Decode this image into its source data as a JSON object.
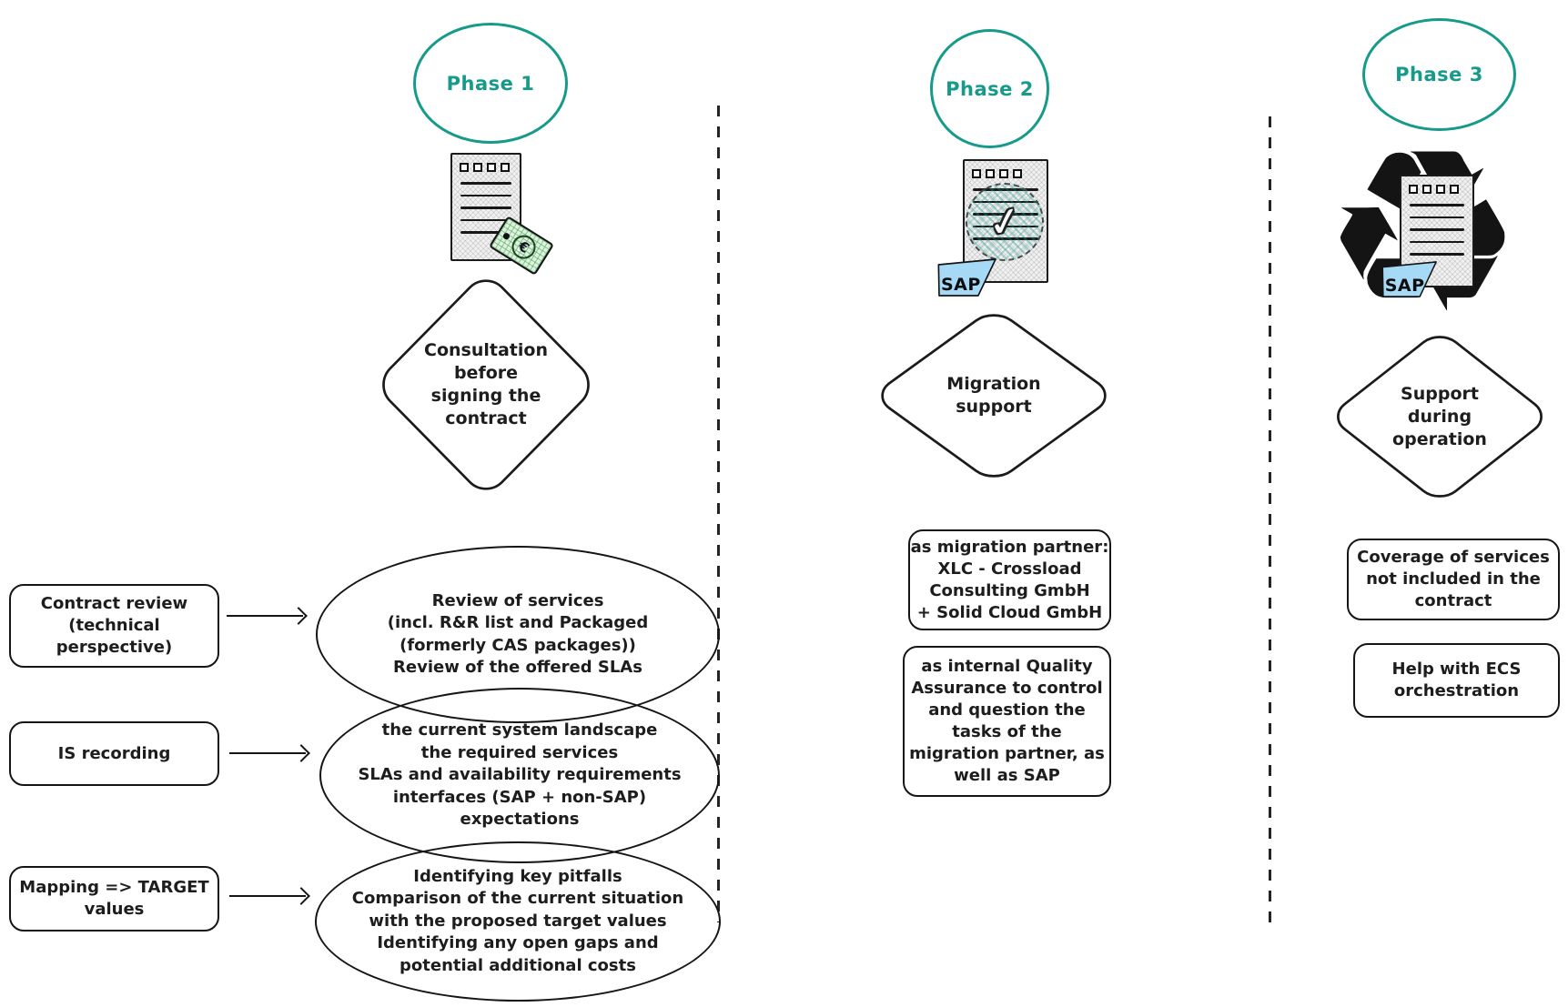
{
  "colors": {
    "phase_teal": "#179a89",
    "ink": "#1d1d1d",
    "sap_blue": "#a6d9f5",
    "tag_green": "#ddf3dc"
  },
  "logos": {
    "sap": "SAP"
  },
  "icons": {
    "euro_symbol": "€",
    "check_symbol": "✓",
    "recycle_symbol": "♻"
  },
  "phase1": {
    "label": "Phase 1",
    "diamond_text": "Consultation\nbefore\nsigning the\ncontract",
    "inputs": [
      {
        "label": "Contract review\n(technical\nperspective)"
      },
      {
        "label": "IS recording"
      },
      {
        "label": "Mapping => TARGET\nvalues"
      }
    ],
    "ellipses": [
      {
        "text": "Review of services\n(incl. R&R list and Packaged\n(formerly CAS packages))\nReview of the offered SLAs"
      },
      {
        "text": "the current system landscape\nthe required services\nSLAs and availability requirements\ninterfaces (SAP + non-SAP)\nexpectations"
      },
      {
        "text": "Identifying key pitfalls\nComparison of the current situation\nwith the proposed target values\nIdentifying any open gaps and\npotential additional costs"
      }
    ]
  },
  "phase2": {
    "label": "Phase 2",
    "diamond_text": "Migration\nsupport",
    "notes": [
      {
        "text": "as migration partner:\nXLC - Crossload\nConsulting GmbH\n+ Solid Cloud GmbH"
      },
      {
        "text": "as internal Quality\nAssurance to control\nand question the\ntasks of the\nmigration partner, as\nwell as SAP"
      }
    ]
  },
  "phase3": {
    "label": "Phase 3",
    "diamond_text": "Support\nduring\noperation",
    "notes": [
      {
        "text": "Coverage of services\nnot included in the\ncontract"
      },
      {
        "text": "Help with ECS\norchestration"
      }
    ]
  }
}
